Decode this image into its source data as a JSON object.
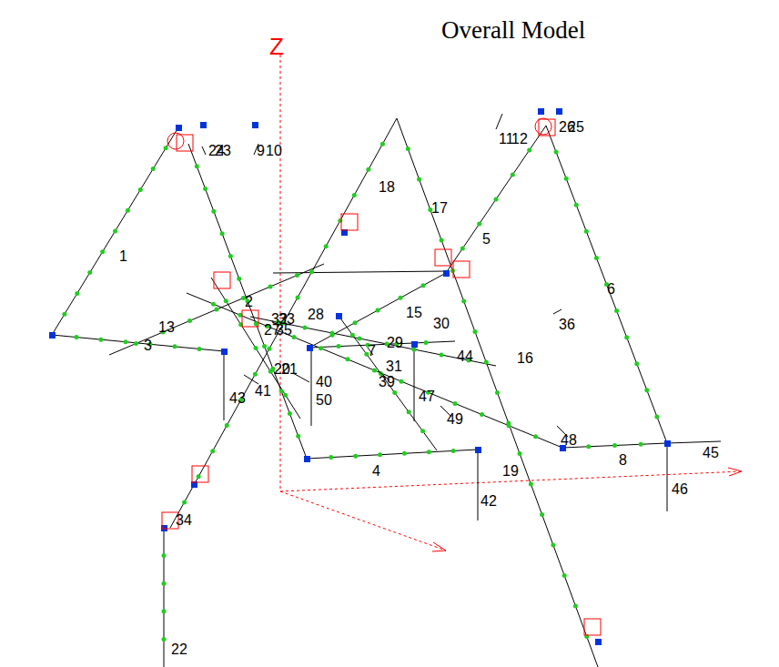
{
  "diagram": {
    "title": "Overall Model",
    "labels": [
      "Z",
      "24",
      "23",
      "9",
      "10",
      "11",
      "12",
      "26",
      "25",
      "1",
      "18",
      "17",
      "5",
      "6",
      "36",
      "13",
      "3",
      "2",
      "32",
      "33",
      "27",
      "35",
      "28",
      "15",
      "30",
      "29",
      "44",
      "16",
      "7",
      "31",
      "43",
      "41",
      "20",
      "21",
      "40",
      "50",
      "39",
      "47",
      "49",
      "48",
      "8",
      "45",
      "46",
      "4",
      "42",
      "19",
      "34",
      "22"
    ]
  }
}
